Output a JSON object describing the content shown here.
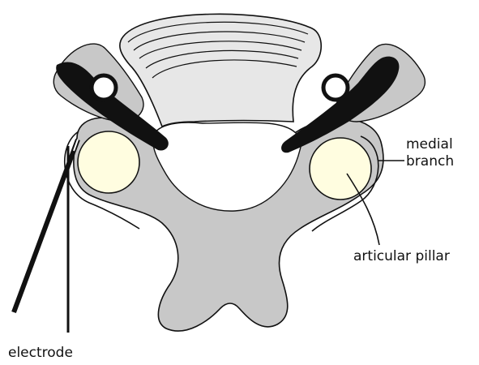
{
  "labels": {
    "medial_branch_line1": "medial",
    "medial_branch_line2": "branch",
    "articular_pillar": "articular pillar",
    "electrode": "electrode"
  },
  "colors": {
    "bone": "#c8c8c8",
    "outline": "#111111",
    "pillar": "#fffde0",
    "disc": "#e7e7e7",
    "background": "#ffffff"
  }
}
